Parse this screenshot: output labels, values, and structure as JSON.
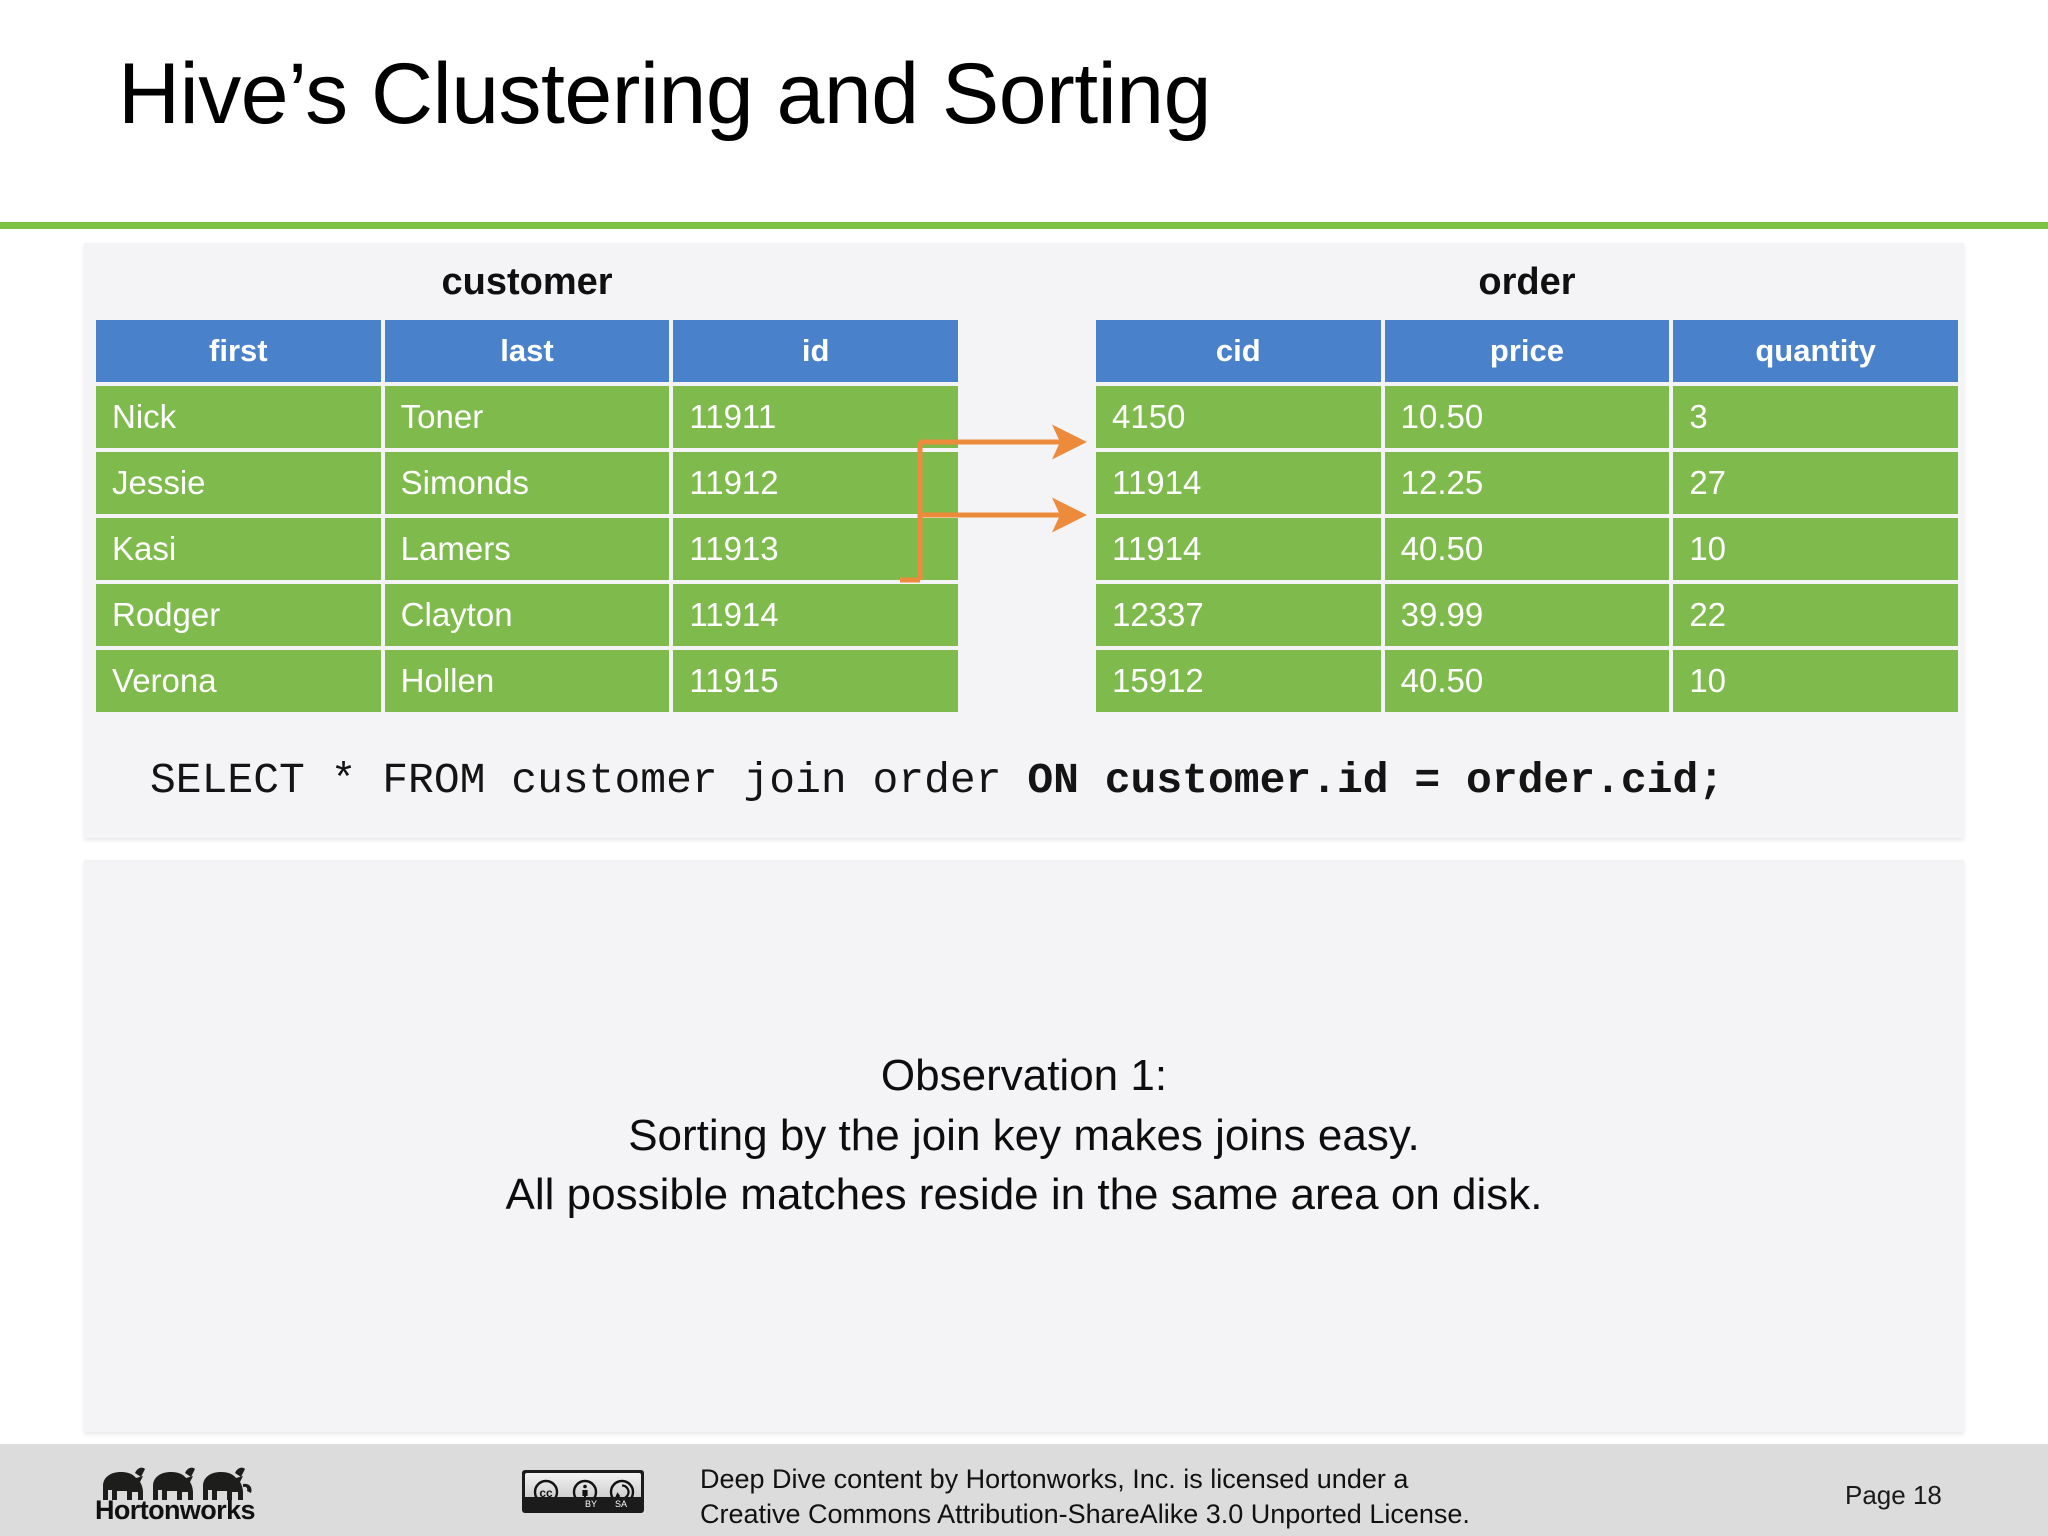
{
  "slide": {
    "title": "Hive’s Clustering and Sorting",
    "accent_green": "#7DC242",
    "header_blue": "#4A81CB",
    "row_green": "#7FBA4C",
    "highlight_light_orange": "#F0913E",
    "highlight_dark_orange": "#E98200"
  },
  "customer_table": {
    "caption": "customer",
    "columns": [
      "first",
      "last",
      "id"
    ],
    "rows": [
      {
        "cells": [
          "Nick",
          "Toner",
          "11911"
        ],
        "highlight": "none"
      },
      {
        "cells": [
          "Jessie",
          "Simonds",
          "11912"
        ],
        "highlight": "none"
      },
      {
        "cells": [
          "Kasi",
          "Lamers",
          "11913"
        ],
        "highlight": "none"
      },
      {
        "cells": [
          "Rodger",
          "Clayton",
          "11914"
        ],
        "highlight": "light"
      },
      {
        "cells": [
          "Verona",
          "Hollen",
          "11915"
        ],
        "highlight": "none"
      }
    ]
  },
  "order_table": {
    "caption": "order",
    "columns": [
      "cid",
      "price",
      "quantity"
    ],
    "rows": [
      {
        "cells": [
          "4150",
          "10.50",
          "3"
        ],
        "highlight": "none"
      },
      {
        "cells": [
          "11914",
          "12.25",
          "27"
        ],
        "highlight": "light"
      },
      {
        "cells": [
          "11914",
          "40.50",
          "10"
        ],
        "highlight": "dark"
      },
      {
        "cells": [
          "12337",
          "39.99",
          "22"
        ],
        "highlight": "none"
      },
      {
        "cells": [
          "15912",
          "40.50",
          "10"
        ],
        "highlight": "none"
      }
    ]
  },
  "sql": {
    "plain_part": "SELECT * FROM customer join order ",
    "bold_part": "ON customer.id = order.cid;"
  },
  "observation": {
    "line1": "Observation 1:",
    "line2": "Sorting by the join key makes joins easy.",
    "line3": "All possible matches reside in the same area on disk."
  },
  "footer": {
    "logo_wordmark": "Hortonworks",
    "cc_label_by": "BY",
    "cc_label_sa": "SA",
    "license_line1": "Deep Dive content by Hortonworks, Inc. is licensed under a",
    "license_line2": "Creative Commons Attribution-ShareAlike 3.0 Unported License.",
    "page_label": "Page 18"
  }
}
